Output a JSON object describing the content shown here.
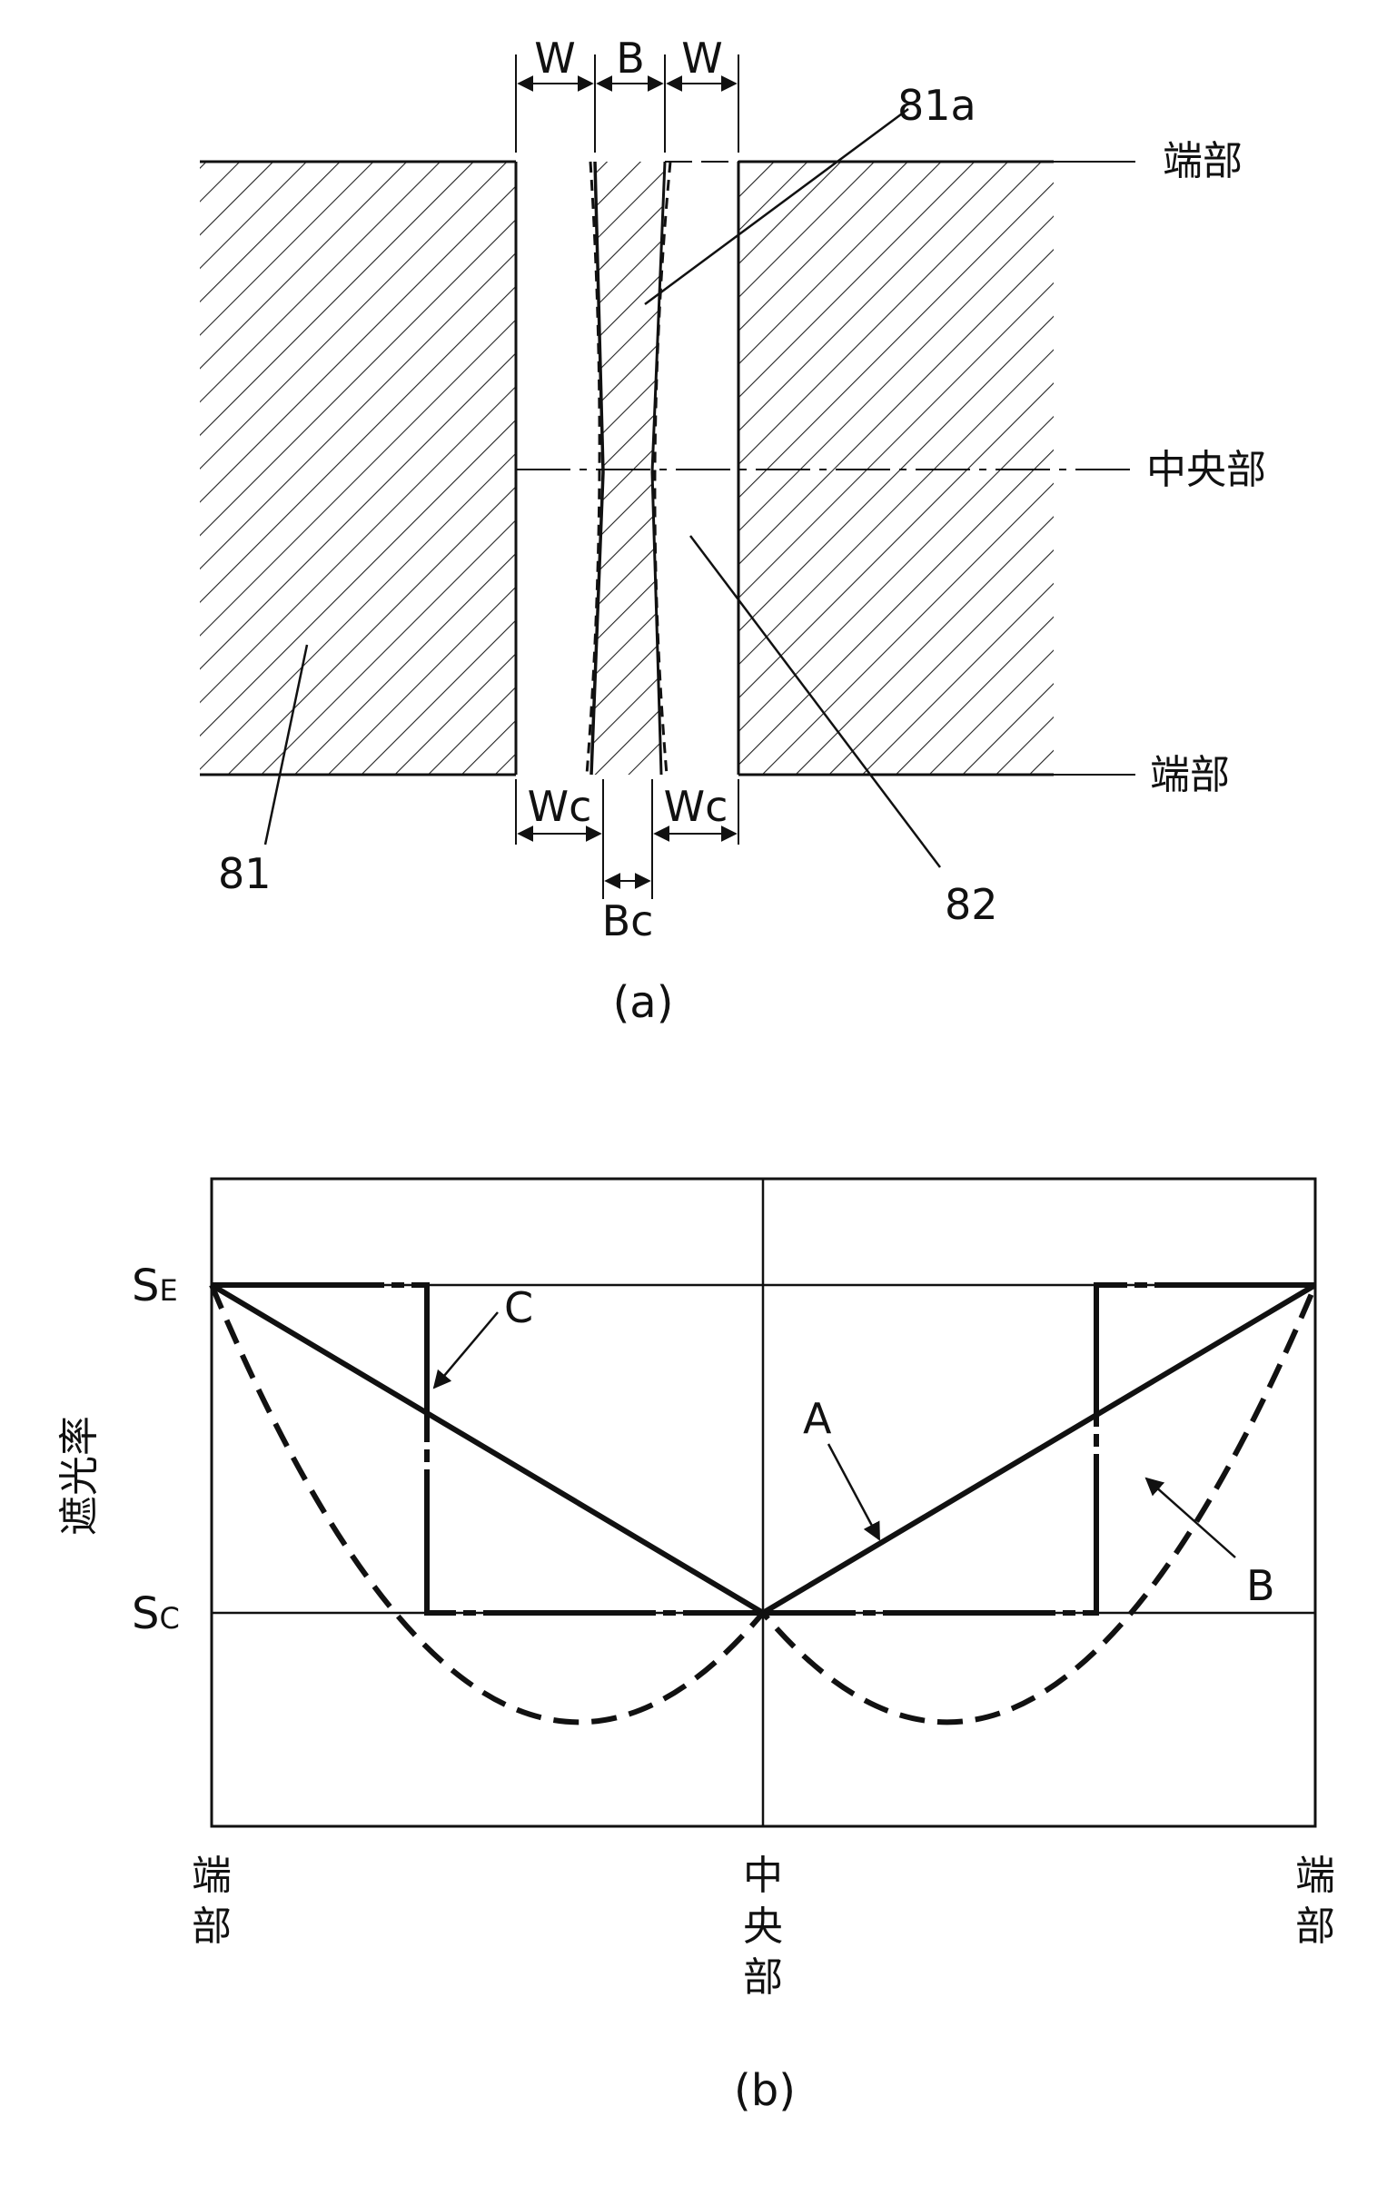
{
  "panel_a": {
    "caption": "(a)",
    "label_end_top": "端部",
    "label_center": "中央部",
    "label_end_bottom": "端部",
    "dim_w_left": "W",
    "dim_b": "B",
    "dim_w_right": "W",
    "dim_wc_left": "Wc",
    "dim_wc_right": "Wc",
    "dim_bc": "Bc",
    "ref_81": "81",
    "ref_81a": "81a",
    "ref_82": "82"
  },
  "panel_b": {
    "caption": "(b)",
    "ylabel": "遮光率",
    "y_tick_se_main": "S",
    "y_tick_se_sub": "E",
    "y_tick_sc_main": "S",
    "y_tick_sc_sub": "C",
    "x_tick_left": [
      "端",
      "部"
    ],
    "x_tick_center": [
      "中",
      "央",
      "部"
    ],
    "x_tick_right": [
      "端",
      "部"
    ],
    "curve_label_a": "A",
    "curve_label_b": "B",
    "curve_label_c": "C"
  },
  "colors": {
    "ink": "#111111",
    "background": "#ffffff"
  }
}
